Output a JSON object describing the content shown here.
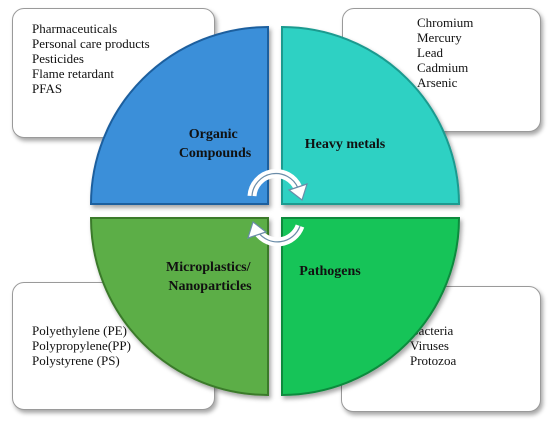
{
  "quadrants": {
    "organic": {
      "label_lines": [
        "Organic",
        "Compounds"
      ],
      "color": "#3a8fd9",
      "edge": "#1f5f9e"
    },
    "heavy_metals": {
      "label_lines": [
        "Heavy metals"
      ],
      "color": "#2fd1c3",
      "edge": "#1a9a8f"
    },
    "microplastics": {
      "label_lines": [
        "Microplastics/",
        "Nanoparticles"
      ],
      "color": "#5cae46",
      "edge": "#3a7a2c"
    },
    "pathogens": {
      "label_lines": [
        "Pathogens"
      ],
      "color": "#14c459",
      "edge": "#0c8a3d"
    }
  },
  "cards": {
    "organic_examples": [
      "Pharmaceuticals",
      "Personal care products",
      "Pesticides",
      "Flame retardant",
      "PFAS"
    ],
    "heavy_metal_examples": [
      "Chromium",
      "Mercury",
      "Lead",
      "Cadmium",
      "Arsenic"
    ],
    "microplastic_examples": [
      "Polyethylene (PE)",
      "Polypropylene(PP)",
      "Polystyrene (PS)"
    ],
    "pathogen_examples": [
      "Bacteria",
      "Viruses",
      "Protozoa"
    ]
  },
  "cycle_icon": "cycle-arrows-icon"
}
